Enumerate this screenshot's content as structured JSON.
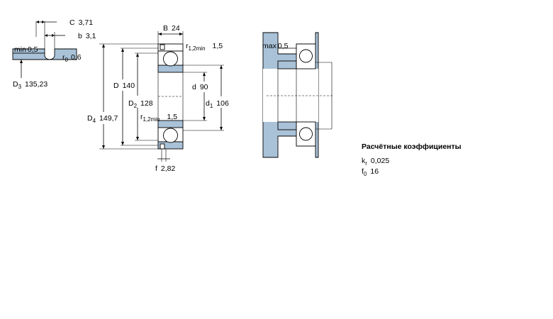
{
  "groove_detail": {
    "C": {
      "sym": "C",
      "val": "3,71"
    },
    "b": {
      "sym": "b",
      "val": "3,1"
    },
    "min": {
      "sym": "min",
      "val": "0,5"
    },
    "r0": {
      "sym": "r",
      "sub": "0",
      "val": "0,6"
    },
    "D3": {
      "sym": "D",
      "sub": "3",
      "val": "135,23"
    }
  },
  "section": {
    "B": {
      "sym": "B",
      "val": "24"
    },
    "r12_top": {
      "sym": "r",
      "sub": "1,2min",
      "val": "1,5"
    },
    "D": {
      "sym": "D",
      "val": "140"
    },
    "d": {
      "sym": "d",
      "val": "90"
    },
    "D2": {
      "sym": "D",
      "sub": "2",
      "val": "128"
    },
    "d1": {
      "sym": "d",
      "sub": "1",
      "val": "106"
    },
    "D4": {
      "sym": "D",
      "sub": "4",
      "val": "149,7"
    },
    "r12_bot": {
      "sym": "r",
      "sub": "1,2min",
      "val": "1,5"
    },
    "f": {
      "sym": "f",
      "val": "2,82"
    }
  },
  "mounting": {
    "max": {
      "sym": "max",
      "val": "0,5"
    }
  },
  "coefficients": {
    "title": "Расчётные коэффициенты",
    "kr": {
      "sym": "k",
      "sub": "r",
      "val": "0,025"
    },
    "f0": {
      "sym": "f",
      "sub": "0",
      "val": "16"
    }
  },
  "colors": {
    "housing": "#a9c2d8",
    "line": "#000000",
    "background": "#ffffff"
  }
}
